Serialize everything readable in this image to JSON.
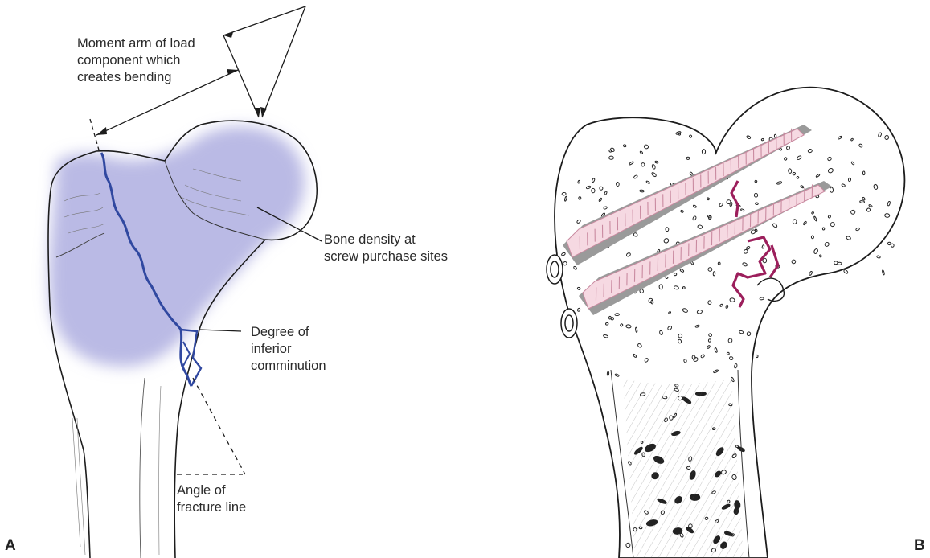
{
  "panels": {
    "a": {
      "letter": "A",
      "labels": {
        "moment_arm": [
          "Moment arm of load",
          "component which",
          "creates bending"
        ],
        "bone_density": [
          "Bone density at",
          "screw purchase sites"
        ],
        "comminution": [
          "Degree of",
          "inferior",
          "comminution"
        ],
        "fracture_angle": [
          "Angle of",
          "fracture line"
        ]
      }
    },
    "b": {
      "letter": "B"
    }
  },
  "colors": {
    "density_shading": "#aeaee0",
    "fracture_line_a": "#3048a0",
    "fracture_line_b": "#9c1f5c",
    "screw_fill": "#f6d9e2",
    "screw_outline": "#c98aa0",
    "screw_shadow": "#9a9a9a",
    "ink": "#1c1c1c"
  },
  "icons": {
    "panel_a": "proximal-femur-fracture-diagram",
    "panel_b": "femoral-neck-cannulated-screws-diagram"
  }
}
